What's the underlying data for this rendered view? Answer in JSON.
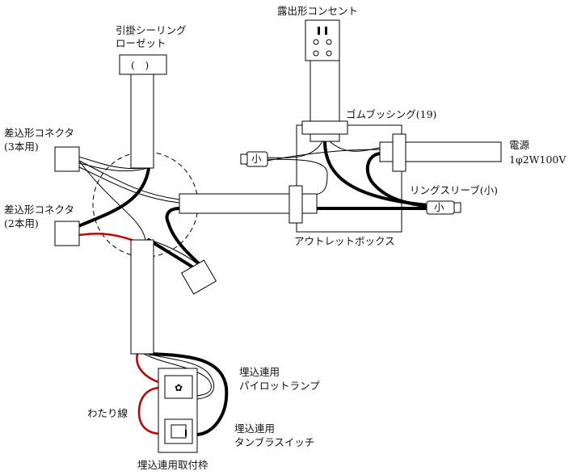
{
  "labels": {
    "ceiling_rosette_line1": "引掛シーリング",
    "ceiling_rosette_line2": "ローゼット",
    "ceiling_rosette_symbol": "(　)",
    "exposed_outlet": "露出形コンセント",
    "rubber_bushing": "ゴムブッシング(19)",
    "power_source_line1": "電源",
    "power_source_line2": "1φ2W100V",
    "ring_sleeve": "リングスリーブ(小)",
    "ring_sleeve_mark": "小",
    "outlet_box": "アウトレットボックス",
    "connector_3_line1": "差込形コネクタ",
    "connector_3_line2": "(3本用)",
    "connector_2_line1": "差込形コネクタ",
    "connector_2_line2": "(2本用)",
    "pilot_lamp_line1": "埋込連用",
    "pilot_lamp_line2": "パイロットランプ",
    "jumper_wire": "わたり線",
    "tumbler_switch_line1": "埋込連用",
    "tumbler_switch_line2": "タンブラスイッチ",
    "mounting_frame": "埋込連用取付枠"
  },
  "colors": {
    "wire_black": "#000000",
    "wire_red": "#c00000",
    "wire_white": "#ffffff"
  }
}
